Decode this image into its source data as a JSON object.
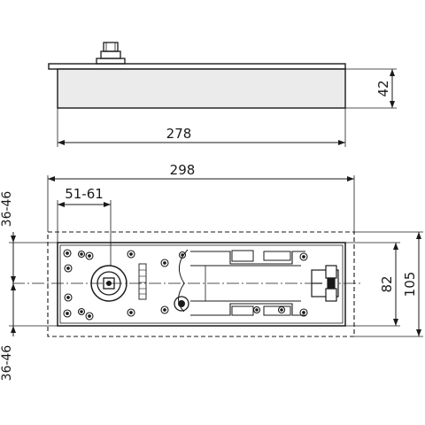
{
  "dimensions": {
    "height_side": "42",
    "length_body": "278",
    "length_total": "298",
    "spindle_offset": "51-61",
    "adjust_top": "36-46",
    "adjust_bottom": "36-46",
    "width_body": "82",
    "width_total": "105"
  },
  "colors": {
    "line": "#1a1a1a",
    "body_fill": "#ebebeb",
    "background": "#ffffff"
  }
}
